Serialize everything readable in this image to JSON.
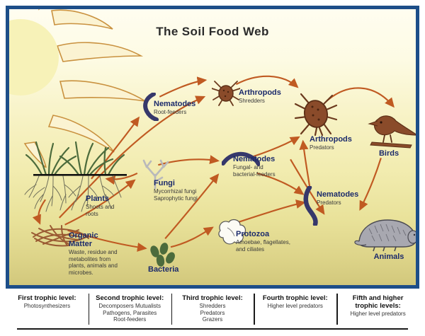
{
  "title": "The Soil Food Web",
  "colors": {
    "frame_blue": "#1d4e89",
    "label_navy": "#1b2a6b",
    "arrow_rust": "#c05a22",
    "grass_green": "#4c6b3c",
    "bacteria_green": "#4c6b3c",
    "nematode_navy": "#36386b",
    "arthropod_brown": "#8a4b2a",
    "bird_brown": "#8a4b2a",
    "organic_brown": "#9a5a33",
    "animal_gray": "#a8a8b0",
    "sun_yellow": "#f7f2b8",
    "bg_top": "#fffdf0",
    "bg_bottom": "#d2c87c"
  },
  "nodes": [
    {
      "id": "plants",
      "name": "Plants",
      "subtitle": "Shoots and\nroots"
    },
    {
      "id": "organic-matter",
      "name": "Organic\nMatter",
      "subtitle": "Waste, residue and\nmetabolites from\nplants, animals and\nmicrobes."
    },
    {
      "id": "bacteria",
      "name": "Bacteria",
      "subtitle": ""
    },
    {
      "id": "fungi",
      "name": "Fungi",
      "subtitle": "Mycorrhizal fungi\nSaprophytic fungi"
    },
    {
      "id": "nematodes-root-feeders",
      "name": "Nematodes",
      "subtitle": "Root-feeders"
    },
    {
      "id": "nematodes-fungal-bacterial",
      "name": "Nematodes",
      "subtitle": "Fungal- and\nbacterial-feeders"
    },
    {
      "id": "protozoa",
      "name": "Protozoa",
      "subtitle": "Amoebae, flagellates,\nand ciliates"
    },
    {
      "id": "arthropods-shredders",
      "name": "Arthropods",
      "subtitle": "Shredders"
    },
    {
      "id": "arthropods-predators",
      "name": "Arthropods",
      "subtitle": "Predators"
    },
    {
      "id": "nematodes-predators",
      "name": "Nematodes",
      "subtitle": "Predators"
    },
    {
      "id": "birds",
      "name": "Birds",
      "subtitle": ""
    },
    {
      "id": "animals",
      "name": "Animals",
      "subtitle": ""
    }
  ],
  "legend": [
    {
      "heading": "First trophic level:",
      "detail": "Photosynthesizers"
    },
    {
      "heading": "Second trophic level:",
      "detail": "Decomposers Mutualists\nPathogens, Parasites\nRoot-feeders"
    },
    {
      "heading": "Third trophic level:",
      "detail": "Shredders\nPredators\nGrazers"
    },
    {
      "heading": "Fourth trophic level:",
      "detail": "Higher level predators"
    },
    {
      "heading": "Fifth and higher\ntrophic levels:",
      "detail": "Higher level predators"
    }
  ]
}
